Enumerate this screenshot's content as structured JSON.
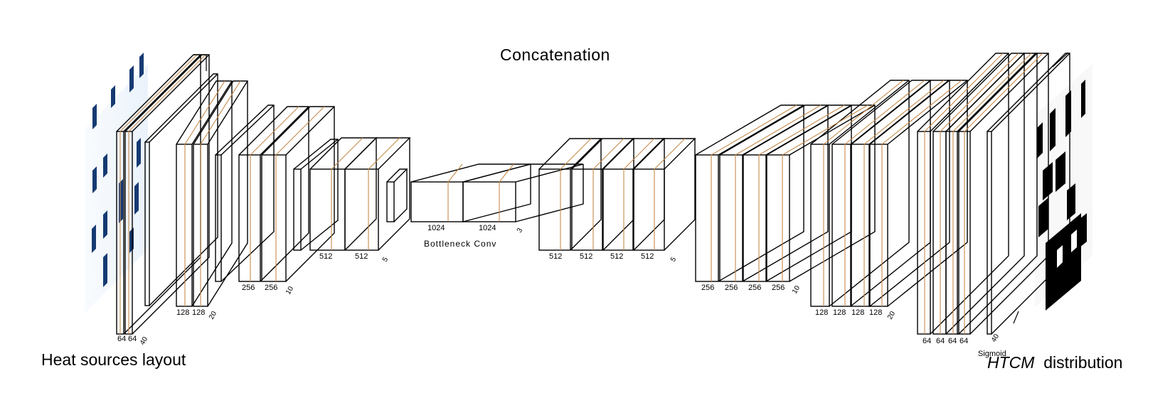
{
  "labels": {
    "concatenation": "Concatenation",
    "input": "Heat sources layout",
    "output_italic": "HTCM",
    "output_rest": "distribution",
    "bottleneck": "Bottleneck Conv",
    "sigmoid": "Sigmoid"
  },
  "encoder": {
    "stage1": {
      "ch1": "64",
      "ch2": "64",
      "size": "40"
    },
    "stage2": {
      "ch1": "128",
      "ch2": "128",
      "size": "20"
    },
    "stage3": {
      "ch1": "256",
      "ch2": "256",
      "size": "10"
    },
    "stage4": {
      "ch1": "512",
      "ch2": "512",
      "size": "5"
    },
    "bottleneck": {
      "ch1": "1024",
      "ch2": "1024",
      "size": "3"
    }
  },
  "decoder": {
    "stage4": {
      "ch": [
        "512",
        "512",
        "512",
        "512"
      ],
      "size": "5"
    },
    "stage3": {
      "ch": [
        "256",
        "256",
        "256",
        "256"
      ],
      "size": "10"
    },
    "stage2": {
      "ch": [
        "128",
        "128",
        "128",
        "128"
      ],
      "size": "20"
    },
    "stage1": {
      "ch": [
        "64",
        "64",
        "64",
        "64"
      ],
      "size": "40"
    }
  },
  "colors": {
    "line": "#000000",
    "accent": "#c58a4b",
    "input_block": "#163a72",
    "input_bg": "#eef4fb",
    "output_dark": "#000000"
  }
}
